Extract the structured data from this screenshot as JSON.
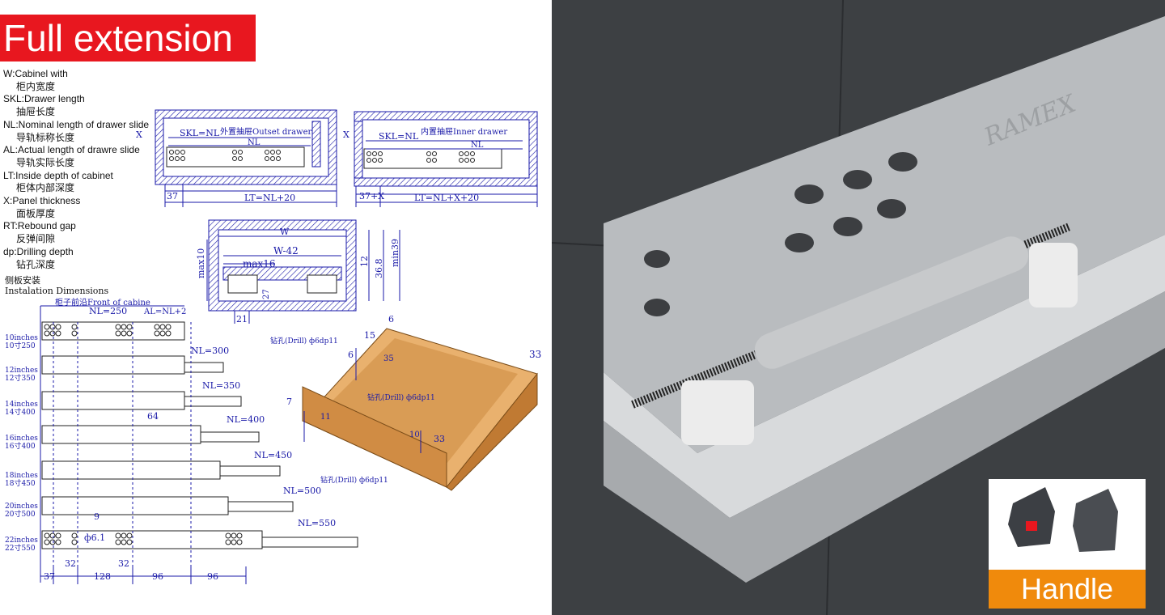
{
  "title": "Full extension",
  "legend": [
    {
      "en": "W:Cabinel with",
      "cn": "柜内宽度"
    },
    {
      "en": "SKL:Drawer length",
      "cn": "抽屉长度"
    },
    {
      "en": "NL:Nominal length of drawer slide",
      "cn": "导轨标称长度"
    },
    {
      "en": "AL:Actual length of drawre slide",
      "cn": "导轨实际长度"
    },
    {
      "en": "LT:Inside depth of cabinet",
      "cn": "柜体内部深度"
    },
    {
      "en": "X:Panel thickness",
      "cn": "面板厚度"
    },
    {
      "en": "RT:Rebound gap",
      "cn": "反弹间隙"
    },
    {
      "en": "dp:Drilling depth",
      "cn": "钻孔深度"
    }
  ],
  "side_mount": {
    "cn": "侧板安装",
    "en": "Instalation Dimensions",
    "front": "柜子前沿Front of cabine"
  },
  "outset": {
    "skl": "SKL=NL",
    "title": "外置抽屉Outset drawer",
    "nl": "NL",
    "x": "X",
    "d37": "37",
    "lt": "LT=NL+20"
  },
  "inner": {
    "skl": "SKL=NL",
    "title": "内置抽屉Inner drawer",
    "nl": "NL",
    "x": "X",
    "d37": "37+X",
    "lt": "LT=NL+X+20"
  },
  "cross": {
    "w": "W",
    "w42": "W-42",
    "max16": "max16",
    "max10": "max10",
    "d12": "12",
    "d368": "36.8",
    "min39": "min39",
    "d27": "27",
    "d21": "21"
  },
  "slides": {
    "nl_top": "NL=250",
    "al": "AL=NL+2",
    "rows": [
      {
        "label1": "10inches",
        "label2": "10寸250",
        "nl": ""
      },
      {
        "label1": "12inches",
        "label2": "12寸350",
        "nl": "NL=300"
      },
      {
        "label1": "14inches",
        "label2": "14寸400",
        "nl": "NL=350"
      },
      {
        "label1": "16inches",
        "label2": "16寸400",
        "nl": "NL=400"
      },
      {
        "label1": "18inches",
        "label2": "18寸450",
        "nl": "NL=450"
      },
      {
        "label1": "20inches",
        "label2": "20寸500",
        "nl": "NL=500"
      },
      {
        "label1": "22inches",
        "label2": "22寸550",
        "nl": "NL=550"
      }
    ],
    "d64": "64",
    "d9": "9",
    "d61": "ф6.1",
    "bottom_dims": [
      "37",
      "128",
      "96",
      "96"
    ],
    "d32a": "32",
    "d32b": "32"
  },
  "drawer_box": {
    "drill_top": "钻孔(Drill) ф6dp11",
    "drill_mid": "钻孔(Drill) ф6dp11",
    "drill_bottom": "钻孔(Drill) ф6dp11",
    "d6": "6",
    "d15": "15",
    "d35": "35",
    "d6b": "6",
    "d33a": "33",
    "d7": "7",
    "d11": "11",
    "d10": "10",
    "d33b": "33"
  },
  "photo": {
    "brand": "RAMEX",
    "handle": "Handle"
  },
  "colors": {
    "banner": "#e8171f",
    "dim_line": "#1a1aa8",
    "wood": "#e2a45e",
    "handle_label": "#f08a0c"
  }
}
